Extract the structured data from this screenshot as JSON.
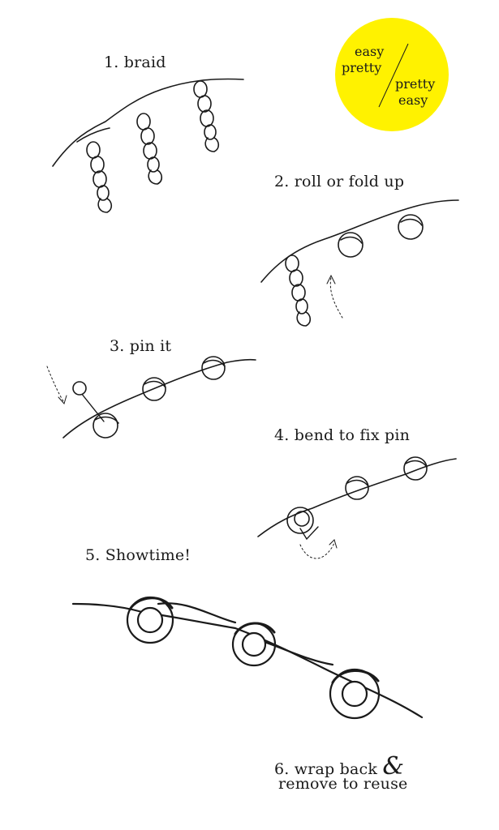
{
  "badge": {
    "color": "#FFF200",
    "top_left_line1": "easy",
    "top_left_line2": "pretty",
    "bottom_right_line1": "pretty",
    "bottom_right_line2": "easy"
  },
  "steps": [
    {
      "label": "1. braid"
    },
    {
      "label": "2. roll or fold up"
    },
    {
      "label": "3. pin it"
    },
    {
      "label": "4. bend to fix pin"
    },
    {
      "label": "5. Showtime!"
    },
    {
      "label": "6. wrap back",
      "amp": "&",
      "line2": "remove to reuse"
    }
  ]
}
